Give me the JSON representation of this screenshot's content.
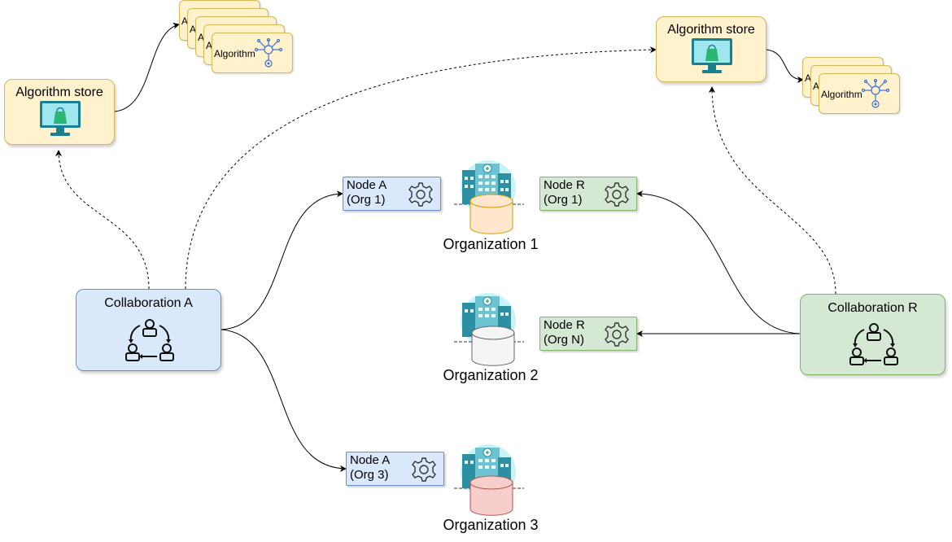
{
  "stores": {
    "left": {
      "title": "Algorithm store",
      "icon": "monitor-shopping-bag-icon"
    },
    "right": {
      "title": "Algorithm store",
      "icon": "monitor-shopping-bag-icon"
    }
  },
  "algorithm_cards": {
    "label": "Algorithm",
    "peek_letter": "A",
    "icon": "neural-network-gear-icon"
  },
  "collaborations": {
    "a": {
      "title": "Collaboration A",
      "icon": "people-cycle-icon"
    },
    "r": {
      "title": "Collaboration R",
      "icon": "people-cycle-icon"
    }
  },
  "nodes": {
    "a_org1": {
      "line1": "Node A",
      "line2": "(Org 1)"
    },
    "r_org1": {
      "line1": "Node R",
      "line2": "(Org 1)"
    },
    "r_orgn": {
      "line1": "Node R",
      "line2": "(Org N)"
    },
    "a_org3": {
      "line1": "Node A",
      "line2": "(Org 3)"
    }
  },
  "organizations": {
    "org1": {
      "label": "Organization 1",
      "db_color": "#ffe6cc"
    },
    "org2": {
      "label": "Organization 2",
      "db_color": "#f5f5f5"
    },
    "org3": {
      "label": "Organization 3",
      "db_color": "#f8cecc"
    }
  },
  "colors": {
    "store_fill": "#fff2cc",
    "store_stroke": "#d6b656",
    "blue_fill": "#dae8fc",
    "blue_stroke": "#6c8ebf",
    "green_fill": "#d5e8d4",
    "green_stroke": "#82b366"
  }
}
